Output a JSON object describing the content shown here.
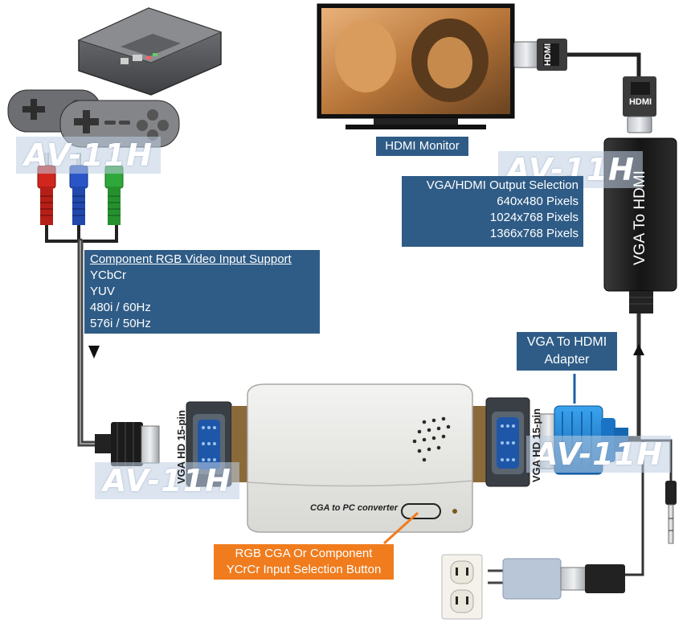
{
  "watermark": "AV-11H",
  "labels": {
    "hdmi_monitor": "HDMI Monitor",
    "hdmi_plug_top": "HDMI",
    "hdmi_plug_bottom": "HDMI",
    "vga_to_hdmi_device": "VGA To HDMI",
    "vga_port_left": "VGA HD 15-pin",
    "vga_port_right": "VGA HD 15-pin",
    "converter_front": "CGA to PC converter"
  },
  "output_box": {
    "lines": [
      "VGA/HDMI Output Selection",
      "640x480 Pixels",
      "1024x768 Pixels",
      "1366x768 Pixels"
    ]
  },
  "input_box": {
    "heading": "Component RGB Video Input Support",
    "lines": [
      "YCbCr",
      "YUV",
      "480i / 60Hz",
      "576i / 50Hz"
    ]
  },
  "adapter_box": {
    "lines": [
      "VGA To HDMI",
      "Adapter"
    ]
  },
  "button_box": {
    "lines": [
      "RGB CGA Or Component",
      "YCrCr Input Selection Button"
    ]
  },
  "colors": {
    "label_blue": "#2f5c86",
    "callout_orange": "#f07c1e",
    "rca_red": "#d0261e",
    "rca_blue": "#2a55c8",
    "rca_green": "#2ea83a",
    "vga_blue": "#1f86d6"
  }
}
